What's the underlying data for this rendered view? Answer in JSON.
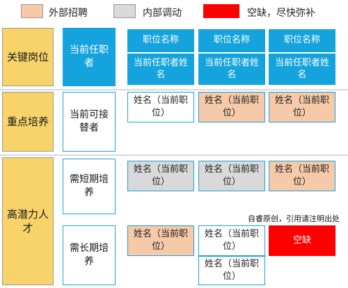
{
  "legend": [
    {
      "label": "外部招聘",
      "color": "#f6c9a9"
    },
    {
      "label": "内部调动",
      "color": "#d9d9d9"
    },
    {
      "label": "空缺，尽快弥补",
      "color": "#ff0000"
    }
  ],
  "categories": {
    "key_positions": "关键岗位",
    "key_training": "重点培养",
    "high_potential": "高潜力人才"
  },
  "roles": {
    "incumbent": "当前任职者",
    "ready_successor": "当前可接替者",
    "short_term": "需短期培养",
    "long_term": "需长期培养"
  },
  "headers": [
    {
      "position": "职位名称",
      "holder": "当前任职者姓名"
    },
    {
      "position": "职位名称",
      "holder": "当前任职者姓名"
    },
    {
      "position": "职位名称",
      "holder": "当前任职者姓名"
    }
  ],
  "candidates": {
    "ready": [
      "姓名（当前职位）",
      "姓名（当前职位）",
      "姓名（当前职位）"
    ],
    "short_term": [
      "姓名（当前职位）",
      "姓名（当前职位）",
      "姓名（当前职位）"
    ],
    "long_term_col1": "姓名（当前职位）",
    "long_term_col2_a": "姓名（当前职位）",
    "long_term_col2_b": "姓名（当前职位）",
    "vacant": "空缺"
  },
  "note": "自睿原创，引用请注明出处"
}
